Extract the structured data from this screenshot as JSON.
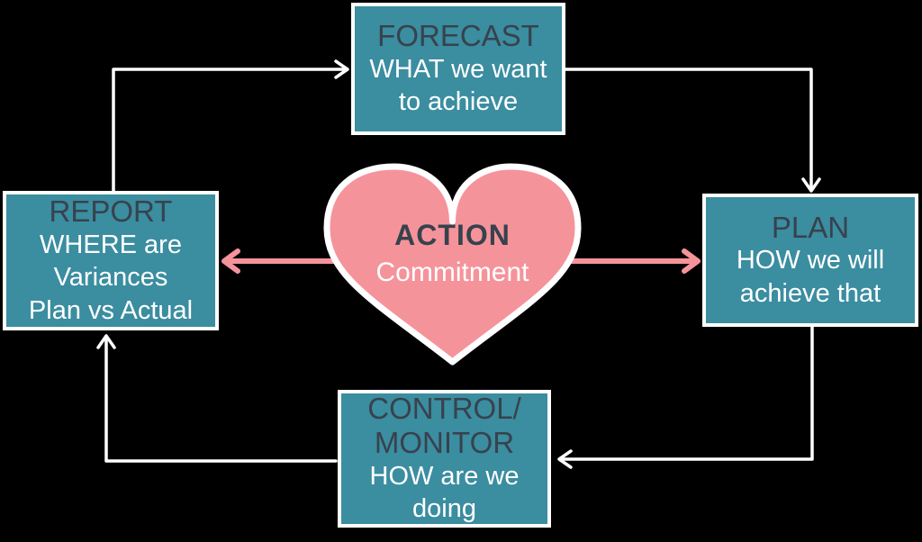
{
  "diagram_title": "Forecast-Plan-Control-Report cycle with central Action heart",
  "colors": {
    "background": "#000000",
    "box_fill": "#3b8da0",
    "box_border": "#ffffff",
    "title_text": "#37424d",
    "body_text": "#ffffff",
    "heart_fill": "#f5939b",
    "heart_outline": "#ffffff",
    "cycle_arrow": "#ffffff",
    "action_arrow": "#f5939b"
  },
  "nodes": {
    "forecast": {
      "title_lines": [
        "FORECAST"
      ],
      "body_lines": [
        "WHAT we want",
        "to achieve"
      ]
    },
    "plan": {
      "title_lines": [
        "PLAN"
      ],
      "body_lines": [
        "HOW we will",
        "achieve that"
      ]
    },
    "control": {
      "title_lines": [
        "CONTROL/",
        "MONITOR"
      ],
      "body_lines": [
        "HOW are we",
        "doing"
      ]
    },
    "report": {
      "title_lines": [
        "REPORT"
      ],
      "body_lines": [
        "WHERE are",
        "Variances",
        "Plan vs Actual"
      ]
    }
  },
  "center": {
    "title": "ACTION",
    "subtitle": "Commitment",
    "shape": "heart-icon"
  }
}
